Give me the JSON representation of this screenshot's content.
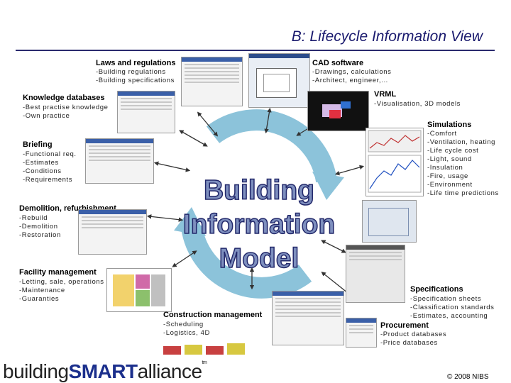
{
  "title": "B: Lifecycle Information View",
  "center": {
    "line1": "Building",
    "line2": "Information",
    "line3": "Model"
  },
  "nodes": {
    "laws": {
      "heading": "Laws and regulations",
      "items": [
        "-Building regulations",
        "-Building specifications"
      ]
    },
    "cad": {
      "heading": "CAD software",
      "items": [
        "-Drawings, calculations",
        "-Architect, engineer,…"
      ]
    },
    "knowledge": {
      "heading": "Knowledge databases",
      "items": [
        "-Best practise knowledge",
        "-Own practice"
      ]
    },
    "vrml": {
      "heading": "VRML",
      "items": [
        "-Visualisation, 3D models"
      ]
    },
    "simulations": {
      "heading": "Simulations",
      "items": [
        "-Comfort",
        "-Ventilation, heating",
        "-Life cycle cost",
        "-Light, sound",
        "-Insulation",
        "-Fire, usage",
        "-Environment",
        "-Life time predictions"
      ]
    },
    "briefing": {
      "heading": "Briefing",
      "items": [
        "-Functional req.",
        "-Estimates",
        "-Conditions",
        "-Requirements"
      ]
    },
    "demolition": {
      "heading": "Demolition, refurbishment",
      "items": [
        "-Rebuild",
        "-Demolition",
        "-Restoration"
      ]
    },
    "facility": {
      "heading": "Facility management",
      "items": [
        "-Letting, sale, operations",
        "-Maintenance",
        "-Guaranties"
      ]
    },
    "specifications": {
      "heading": "Specifications",
      "items": [
        "-Specification sheets",
        "-Classification standards",
        "-Estimates, accounting"
      ]
    },
    "construction": {
      "heading": "Construction management",
      "items": [
        "-Scheduling",
        "-Logistics, 4D"
      ]
    },
    "procurement": {
      "heading": "Procurement",
      "items": [
        "-Product databases",
        "-Price databases"
      ]
    }
  },
  "logo": {
    "part1": "building",
    "part2": "SMART",
    "part3": "alliance",
    "tm": "tm"
  },
  "copyright": "© 2008 NIBS",
  "colors": {
    "title": "#1a1a6e",
    "bim_fill": "#7e8fbe",
    "bim_stroke": "#22286a",
    "cycle_arrow": "#8cc3da",
    "logo_smart": "#1b2f8c"
  }
}
